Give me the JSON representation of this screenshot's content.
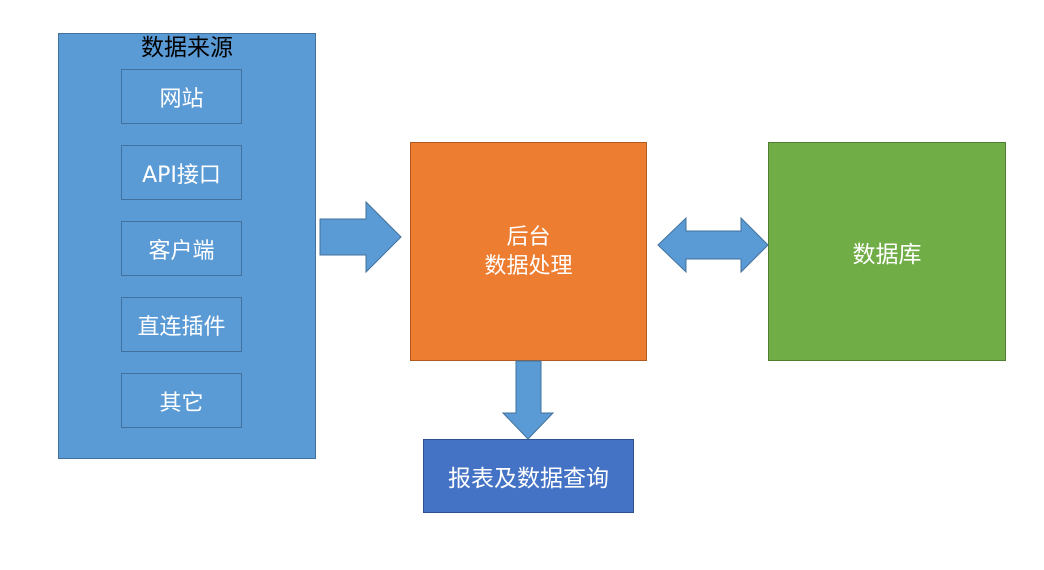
{
  "sources": {
    "title": "数据来源",
    "items": [
      "网站",
      "API接口",
      "客户端",
      "直连插件",
      "其它"
    ]
  },
  "processing": {
    "line1": "后台",
    "line2": "数据处理"
  },
  "database": {
    "label": "数据库"
  },
  "reports": {
    "label": "报表及数据查询"
  },
  "colors": {
    "source": "#5B9BD5",
    "processing": "#ED7D31",
    "database": "#70AD47",
    "reports": "#4472C4"
  }
}
